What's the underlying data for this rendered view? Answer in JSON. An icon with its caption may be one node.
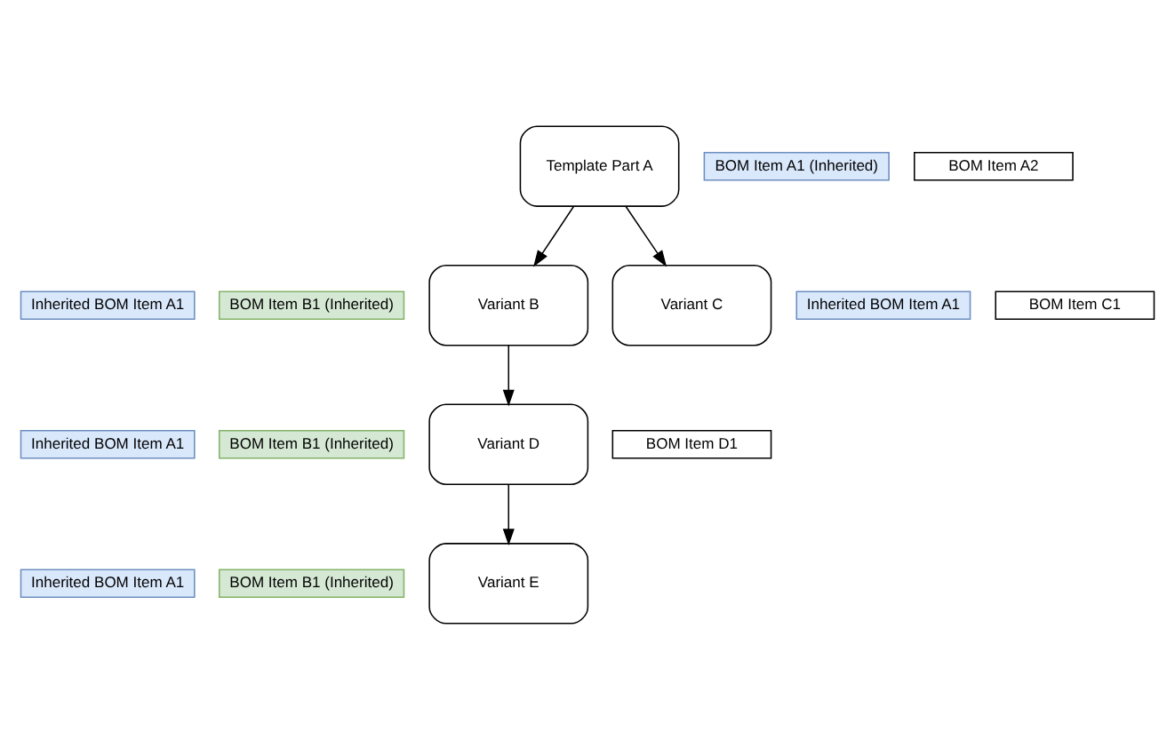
{
  "diagram": {
    "nodes": [
      {
        "text": [
          "Template Part A"
        ]
      },
      {
        "text": [
          "BOM Item A1 (Inherited)"
        ]
      },
      {
        "text": [
          "BOM Item A2"
        ]
      },
      {
        "text": [
          "Inherited BOM Item A1"
        ]
      },
      {
        "text": [
          "BOM Item B1 (Inherited)"
        ]
      },
      {
        "text": [
          "Variant B"
        ]
      },
      {
        "text": [
          "Variant C"
        ]
      },
      {
        "text": [
          "Inherited BOM Item A1"
        ]
      },
      {
        "text": [
          "BOM Item C1"
        ]
      },
      {
        "text": [
          "Inherited BOM Item A1"
        ]
      },
      {
        "text": [
          "BOM Item B1 (Inherited)"
        ]
      },
      {
        "text": [
          "Variant D"
        ]
      },
      {
        "text": [
          "BOM Item D1"
        ]
      },
      {
        "text": [
          "Inherited BOM Item A1"
        ]
      },
      {
        "text": [
          "BOM Item B1 (Inherited)"
        ]
      },
      {
        "text": [
          "Variant E"
        ]
      }
    ],
    "edges": [
      {
        "from": 0,
        "to": 5,
        "arrow": "to"
      },
      {
        "from": 0,
        "to": 6,
        "arrow": "to"
      },
      {
        "from": 5,
        "to": 11,
        "arrow": "to"
      },
      {
        "from": 11,
        "to": 15,
        "arrow": "to"
      }
    ]
  }
}
